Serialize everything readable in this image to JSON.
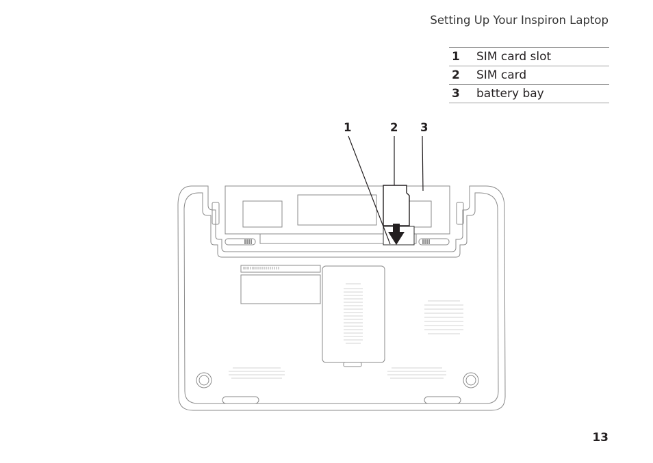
{
  "header": {
    "title": "Setting Up Your Inspiron Laptop"
  },
  "legend": [
    {
      "number": "1",
      "label": "SIM card slot"
    },
    {
      "number": "2",
      "label": "SIM card"
    },
    {
      "number": "3",
      "label": "battery bay"
    }
  ],
  "callouts": [
    "1",
    "2",
    "3"
  ],
  "page": {
    "number": "13"
  }
}
